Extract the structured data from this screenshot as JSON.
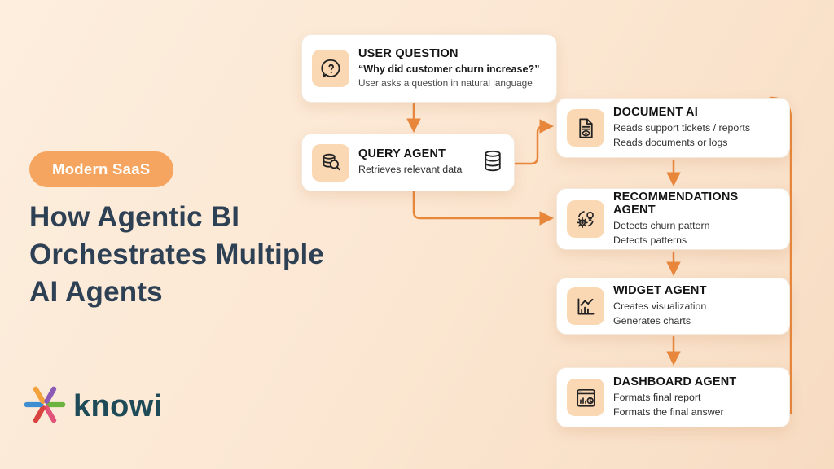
{
  "left": {
    "badge": "Modern SaaS",
    "title_lines": [
      "How Agentic BI",
      "Orchestrates Multiple",
      "AI Agents"
    ],
    "logo_text": "knowi"
  },
  "diagram": {
    "user_question": {
      "title": "USER QUESTION",
      "quote": "“Why did customer churn increase?”",
      "caption": "User asks a question in natural language",
      "icon": "speech-bubble-question-icon"
    },
    "query_agent": {
      "title": "QUERY AGENT",
      "line1": "Retrieves relevant data",
      "icon": "magnifier-database-icon",
      "side_icon": "database-cylinder-icon"
    },
    "document_ai": {
      "title": "DOCUMENT AI",
      "line1": "Reads support tickets / reports",
      "line2": "Reads documents or logs",
      "icon": "document-eye-icon"
    },
    "recommendations_agent": {
      "title": "RECOMMENDATIONS AGENT",
      "line1": "Detects churn pattern",
      "line2": "Detects patterns",
      "icon": "gears-lightbulb-icon"
    },
    "widget_agent": {
      "title": "WIDGET AGENT",
      "line1": "Creates visualization",
      "line2": "Generates charts",
      "icon": "line-chart-icon"
    },
    "dashboard_agent": {
      "title": "DASHBOARD AGENT",
      "line1": "Formats final report",
      "line2": "Formats the final answer",
      "icon": "dashboard-window-icon"
    }
  },
  "colors": {
    "accent_arrow": "#E8873C",
    "badge_bg": "#F5A55F",
    "heading": "#2E4154",
    "icon_tile_bg": "#FBD8B4",
    "background_top": "#FDEEDE",
    "background_bottom": "#F7DCC2",
    "logo_text": "#1E4B57"
  }
}
